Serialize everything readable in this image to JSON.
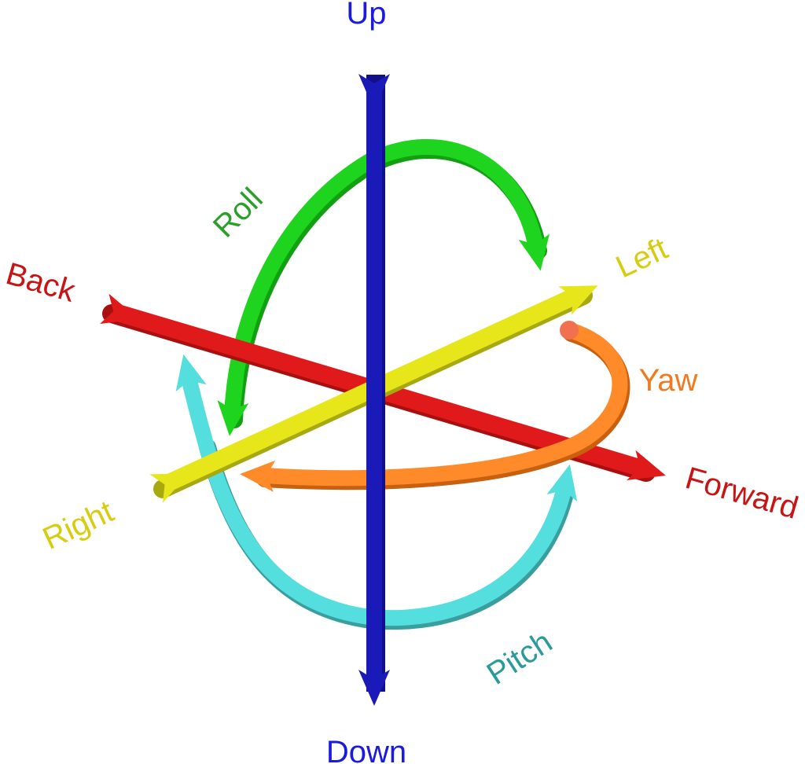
{
  "labels": {
    "up": "Up",
    "down": "Down",
    "back": "Back",
    "forward": "Forward",
    "left": "Left",
    "right": "Right",
    "roll": "Roll",
    "yaw": "Yaw",
    "pitch": "Pitch"
  },
  "colors": {
    "vertical_axis": "#1a1ab8",
    "longitudinal_axis": "#e01a1a",
    "lateral_axis": "#e6e61a",
    "roll": "#1ed41e",
    "yaw": "#ff8a2a",
    "pitch": "#55dede",
    "label_up_down": "#1a1ae0",
    "label_back_forward": "#c81414",
    "label_left_right": "#d8cc10",
    "label_roll": "#2aa02a",
    "label_yaw": "#f07a20",
    "label_pitch": "#2a9a9a"
  }
}
